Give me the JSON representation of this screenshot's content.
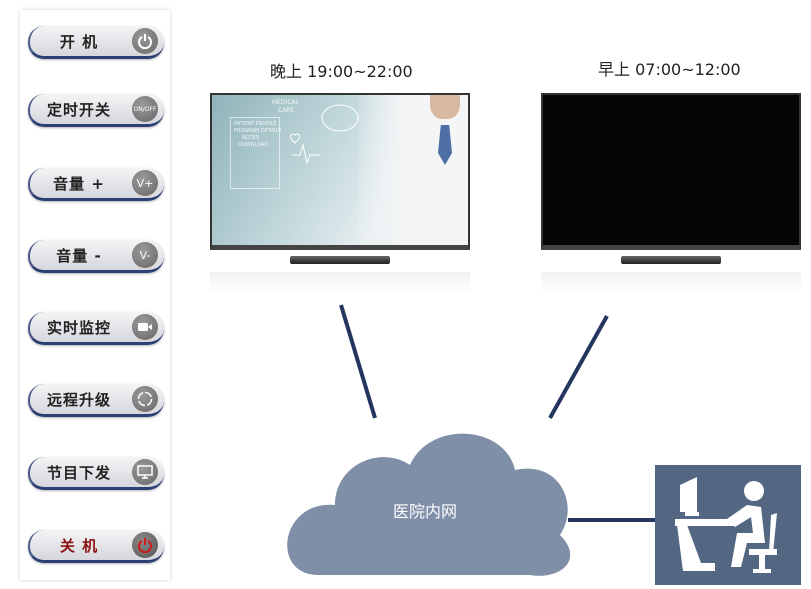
{
  "controls": [
    {
      "label": "开  机",
      "icon": "power-icon"
    },
    {
      "label": "定时开关",
      "icon": "onoff-icon",
      "icon_text": "ON/OFF"
    },
    {
      "label": "音量 +",
      "icon": "volume-up-icon",
      "icon_text": "V+"
    },
    {
      "label": "音量 -",
      "icon": "volume-down-icon",
      "icon_text": "V-"
    },
    {
      "label": "实时监控",
      "icon": "camera-icon"
    },
    {
      "label": "远程升级",
      "icon": "refresh-icon"
    },
    {
      "label": "节目下发",
      "icon": "monitor-icon"
    },
    {
      "label": "关  机",
      "icon": "power-icon"
    }
  ],
  "tv_left": {
    "title": "晚上 19:00~22:00",
    "screen_text": [
      "MEDICAL",
      "CARE",
      "PATIENT PROFILE",
      "PROGRAM DETAILS",
      "NOTES",
      "DOWNLOAD"
    ]
  },
  "tv_right": {
    "title": "早上 07:00~12:00"
  },
  "cloud": {
    "label": "医院内网"
  },
  "colors": {
    "cloud": "#7f8fa8",
    "line": "#24355f",
    "operator_bg": "#546782",
    "button_border": "#2d3f74",
    "off_label": "#8b1010"
  }
}
